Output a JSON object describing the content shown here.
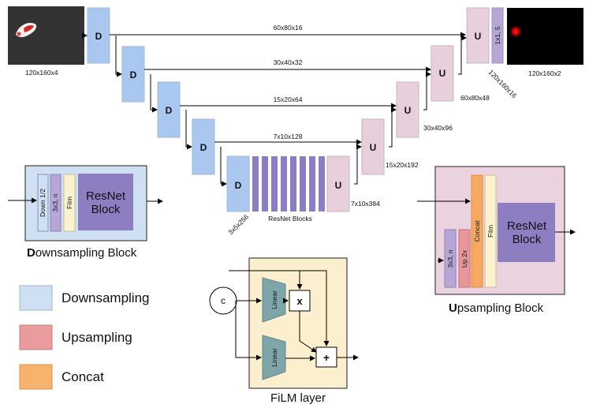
{
  "colors": {
    "down_block": "#a9c7ef",
    "up_block": "#e7cfdb",
    "resnet": "#8d7ec2",
    "concat": "#f7a95f",
    "film": "#fbf3cf",
    "up2x": "#e8969a",
    "conv": "#b7a6d6",
    "down12": "#cfe0f3",
    "downsampling_panel": "#cfe0f3",
    "upsampling_panel": "#ead2de",
    "film_panel": "#fbefce",
    "legend_down": "#cfe0f3",
    "legend_up": "#ea9b9e",
    "legend_concat": "#f7b36d",
    "linear": "#7ea6aa"
  },
  "unet": {
    "input_size": "120x160x4",
    "output_size": "120x160x2",
    "down_label": "D",
    "up_label": "U",
    "final_conv": "1x1, 5",
    "skip_labels": [
      "60x80x16",
      "30x40x32",
      "15x20x64",
      "7x10x128"
    ],
    "up_out_sizes": [
      "120x160x16",
      "60x80x48",
      "30x40x96",
      "15x20x192",
      "7x10x384"
    ],
    "bottleneck_size": "3x5x256",
    "resnet_blocks_label": "ResNet Blocks"
  },
  "downsampling_block": {
    "title_bold": "D",
    "title_rest": "ownsampling Block",
    "down": "Down 1/2",
    "conv": "3x3, n",
    "film": "Film",
    "resnet_line1": "ResNet",
    "resnet_line2": "Block"
  },
  "upsampling_block": {
    "title_bold": "U",
    "title_rest": "psampling Block",
    "conv": "3x3, n",
    "up": "Up 2x",
    "concat": "Concat",
    "film": "Film",
    "resnet_line1": "ResNet",
    "resnet_line2": "Block"
  },
  "film_layer": {
    "title": "FiLM layer",
    "input": "c",
    "linear": "Linear",
    "mul": "x",
    "add": "+"
  },
  "legend": {
    "items": [
      {
        "label": "Downsampling",
        "color": "#cfe0f3"
      },
      {
        "label": "Upsampling",
        "color": "#ea9b9e"
      },
      {
        "label": "Concat",
        "color": "#f7b36d"
      }
    ]
  }
}
